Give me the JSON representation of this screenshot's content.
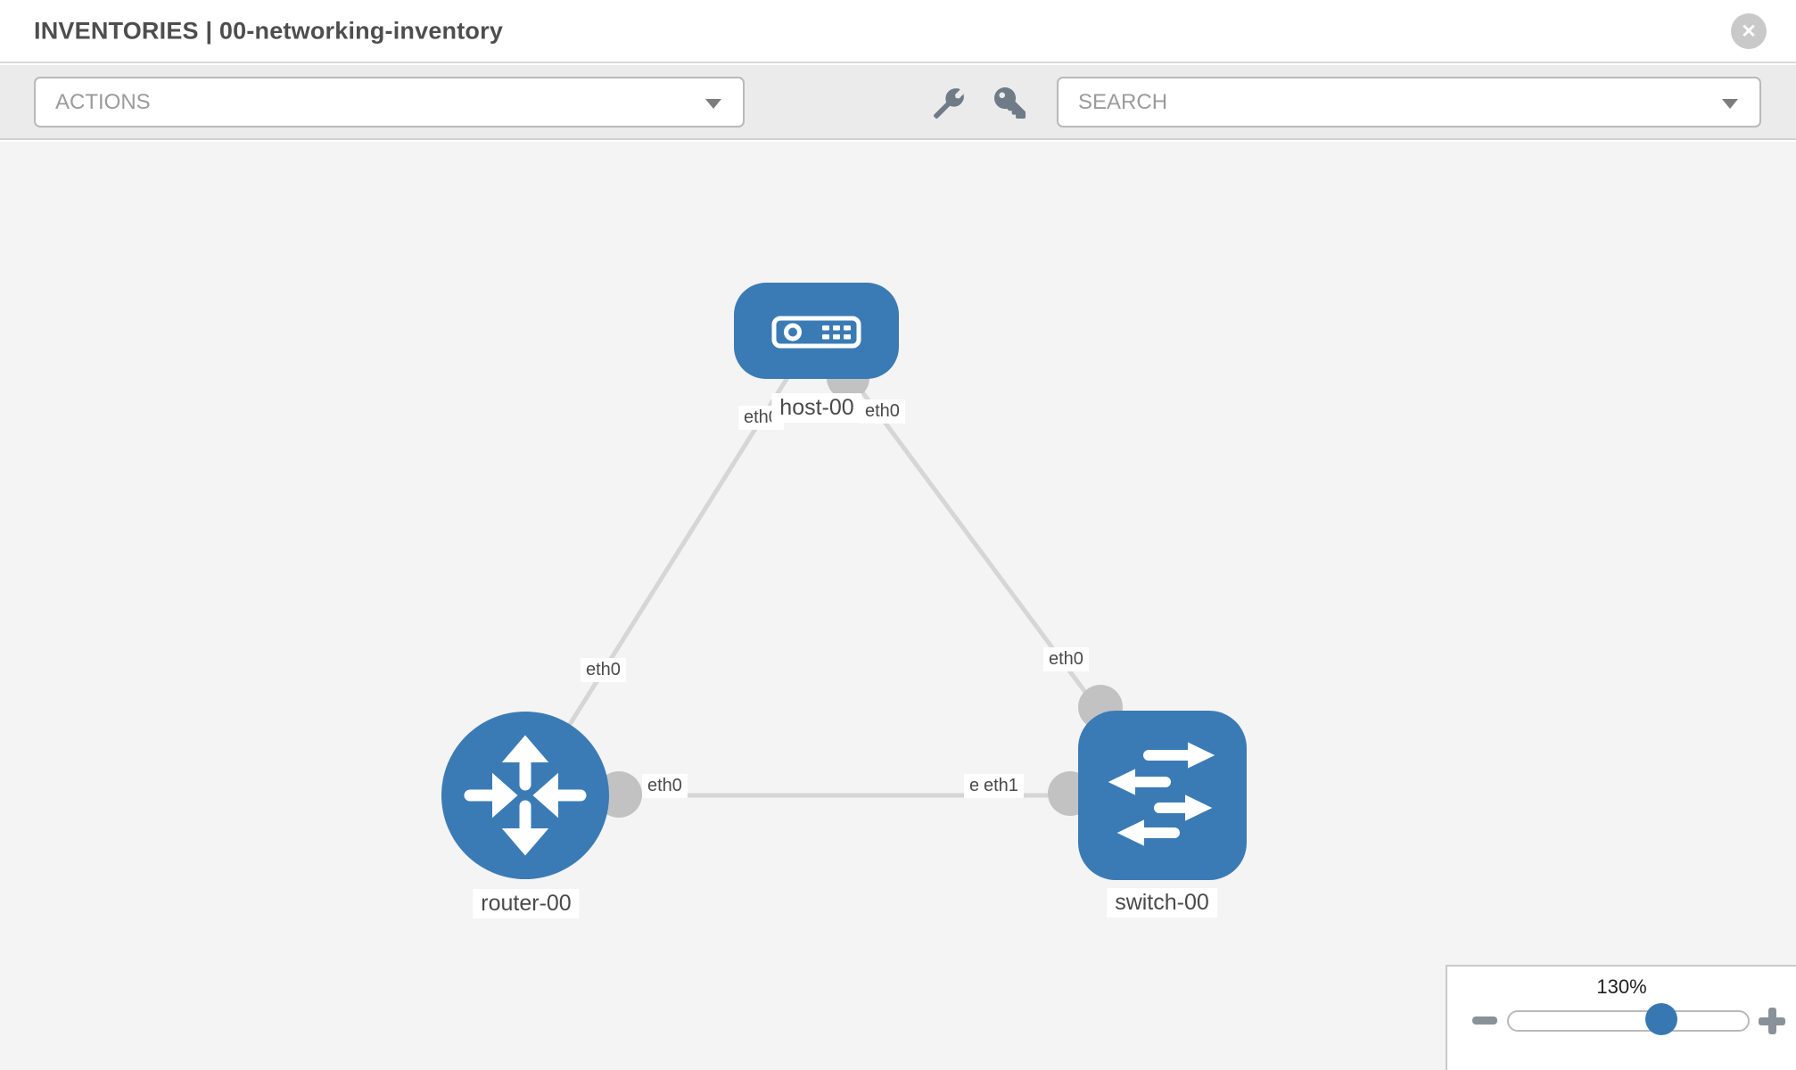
{
  "header": {
    "title": "INVENTORIES | 00-networking-inventory",
    "close_label": "✕"
  },
  "toolbar": {
    "actions_label": "ACTIONS",
    "search_label": "SEARCH"
  },
  "topology": {
    "nodes": [
      {
        "id": "host-00",
        "type": "host",
        "label": "host-00"
      },
      {
        "id": "router-00",
        "type": "router",
        "label": "router-00"
      },
      {
        "id": "switch-00",
        "type": "switch",
        "label": "switch-00"
      }
    ],
    "links": [
      {
        "from": "host-00",
        "from_if": "eth0",
        "to": "router-00",
        "to_if": "eth0"
      },
      {
        "from": "host-00",
        "from_if": "eth0",
        "to": "switch-00",
        "to_if": "eth0"
      },
      {
        "from": "router-00",
        "from_if": "eth0",
        "to": "switch-00",
        "to_if": "eth1"
      }
    ],
    "interface_labels": {
      "host_left": "eth0",
      "host_right": "eth0",
      "link_host_router": "eth0",
      "link_host_switch": "eth0",
      "router_right": "eth0",
      "switch_left_hidden": "eth0",
      "switch_left": "eth1"
    }
  },
  "zoom_control": {
    "value": "130%",
    "percent": 130
  },
  "colors": {
    "node_blue": "#3b7bb5",
    "accent_blue": "#3878b2",
    "link_gray": "#d6d6d6",
    "connector_gray": "#c2c2c2",
    "toolbar_gray": "#ebebeb",
    "canvas_gray": "#f4f4f4"
  }
}
